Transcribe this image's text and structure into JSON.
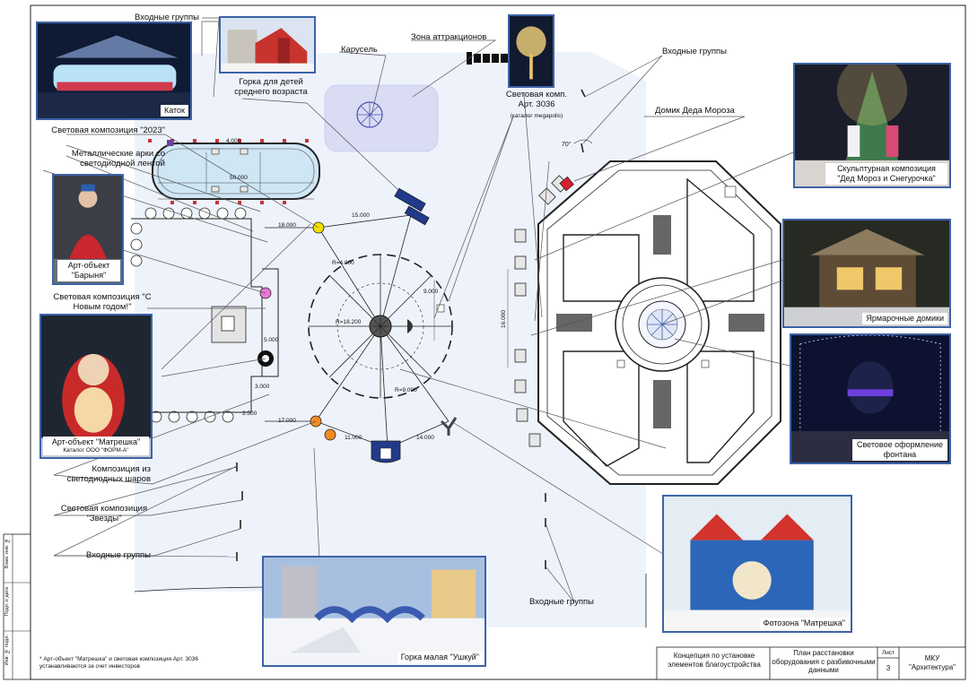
{
  "labels": {
    "entry_groups": "Входные группы",
    "rink_callout": "Каток",
    "kids_slide": "Горка для детей среднего возраста",
    "carousel": "Карусель",
    "attraction_zone": "Зона аттракционов",
    "light_comp_3036": "Световая комп. Арт. 3036",
    "megapolis": "(каталог megapolis)",
    "father_frost_house": "Домик Деда Мороза",
    "light_comp_2023": "Световая композиция \"2023\"",
    "metal_arches": "Металлические арки со светодиодной лентой",
    "art_barynya": "Арт-объект \"Барыня\"",
    "light_comp_new_year": "Световая композиция \"С Новым годом!\"",
    "art_matryoshka": "Арт-объект \"Матрешка\"",
    "form_a": "Каталог ООО \"ФОРМ-А\"",
    "led_balls": "Композиция из светодиодных шаров",
    "stars": "Световая композиция \"Звезды\"",
    "sculpture": "Скульптурная композиция \"Дед Мороз и Снегурочка\"",
    "fair_houses": "Ярмарочные домики",
    "fountain": "Световое оформление фонтана",
    "photozone": "Фотозона \"Матрешка\"",
    "small_slide": "Горка малая \"Ушкуй\"",
    "angle": "70°",
    "footnote": "* Арт-объект \"Матрешка\" и световая композиция Арт. 3036 устанавливаются за счет инвесторов"
  },
  "dimensions": {
    "rink_len": "50.000",
    "rink_seg": "4.000",
    "d18": "18.000",
    "d15": "15.000",
    "d17": "17.000",
    "d11": "11.000",
    "d14": "14.000",
    "d16": "16.000",
    "d9": "9.000",
    "d3": "3.000",
    "d5": "5.000",
    "d2": "2.500",
    "r1": "R=18.200",
    "r2": "R=4.000",
    "r3": "R=9.000"
  },
  "title_block": {
    "concept": "Концепция по установке элементов благоустройства",
    "plan": "План расстановки оборудования с разбивочными данными",
    "sheet_label": "Лист",
    "sheet_no": "3",
    "org": "МКУ \"Архитектура\""
  },
  "side_stamp": [
    "Инв. № подл.",
    "Подп. и дата",
    "Взам. инв. №"
  ]
}
